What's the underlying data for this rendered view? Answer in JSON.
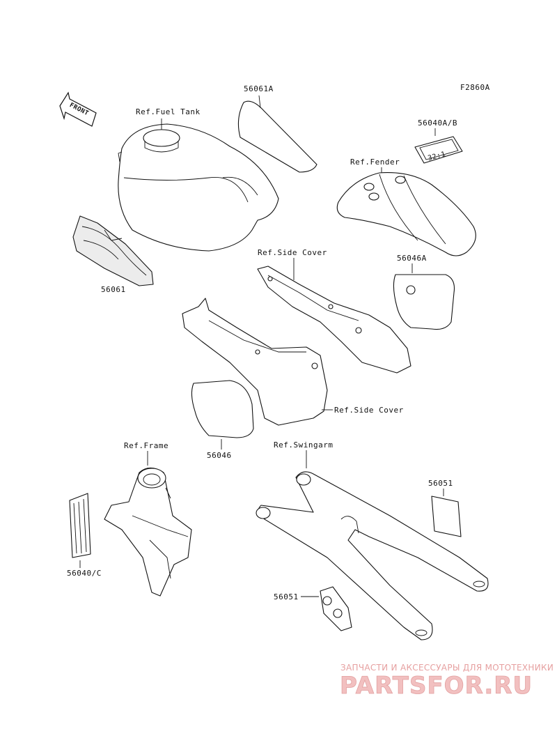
{
  "figure_code": "F2860A",
  "front_arrow_label": "FRONT",
  "labels": {
    "p56061A": "56061A",
    "ref_fuel_tank": "Ref.Fuel Tank",
    "p56040AB": "56040A/B",
    "sticker_text": "32:1",
    "ref_fender": "Ref.Fender",
    "p56061": "56061",
    "ref_side_cover_upper": "Ref.Side Cover",
    "p56046A": "56046A",
    "ref_side_cover_lower": "Ref.Side Cover",
    "p56046": "56046",
    "ref_frame": "Ref.Frame",
    "ref_swingarm": "Ref.Swingarm",
    "p56051_upper": "56051",
    "p56040C": "56040/C",
    "p56051_lower": "56051"
  },
  "watermark": {
    "line1": "ЗАПЧАСТИ И АКСЕССУАРЫ ДЛЯ МОТОТЕХНИКИ",
    "line2": "PARTSFOR.RU"
  }
}
